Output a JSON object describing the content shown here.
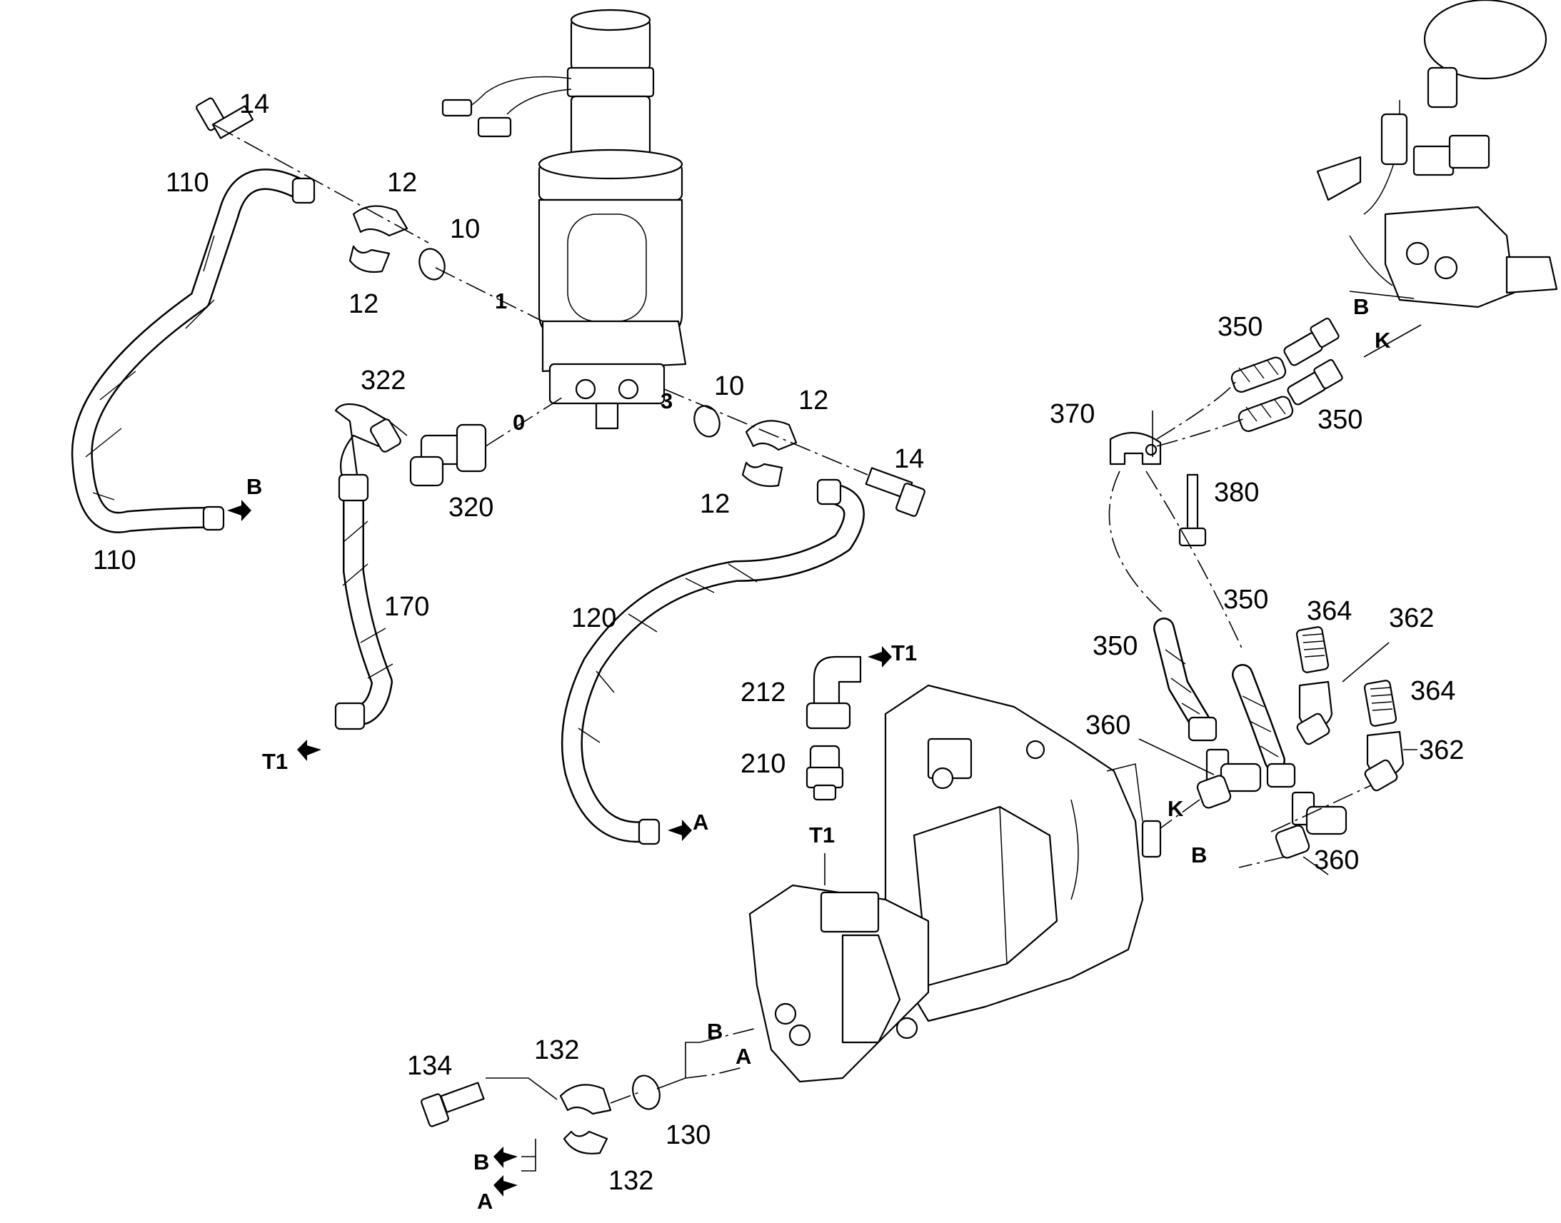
{
  "callouts": {
    "c14a": "14",
    "c110a": "110",
    "c12a": "12",
    "c10a": "10",
    "c12b": "12",
    "c1": "1",
    "c322": "322",
    "c0": "0",
    "c3": "3",
    "c10b": "10",
    "c12c": "12",
    "c14b": "14",
    "c320": "320",
    "c12d": "12",
    "cB1": "B",
    "c110b": "110",
    "c170": "170",
    "c120": "120",
    "cT1a": "T1",
    "c212": "212",
    "cT1b": "T1",
    "c210": "210",
    "cT1c": "T1",
    "cA1": "A",
    "c350a": "350",
    "cB2": "B",
    "cK1": "K",
    "c370": "370",
    "c350b": "350",
    "c380": "380",
    "c350c": "350",
    "c350d": "350",
    "c364a": "364",
    "c362a": "362",
    "c364b": "364",
    "c360a": "360",
    "c362b": "362",
    "cK2": "K",
    "cB3": "B",
    "c360b": "360",
    "cB4": "B",
    "cA2": "A",
    "c134": "134",
    "c132a": "132",
    "c130": "130",
    "cB5": "B",
    "c132b": "132",
    "cA3": "A"
  }
}
